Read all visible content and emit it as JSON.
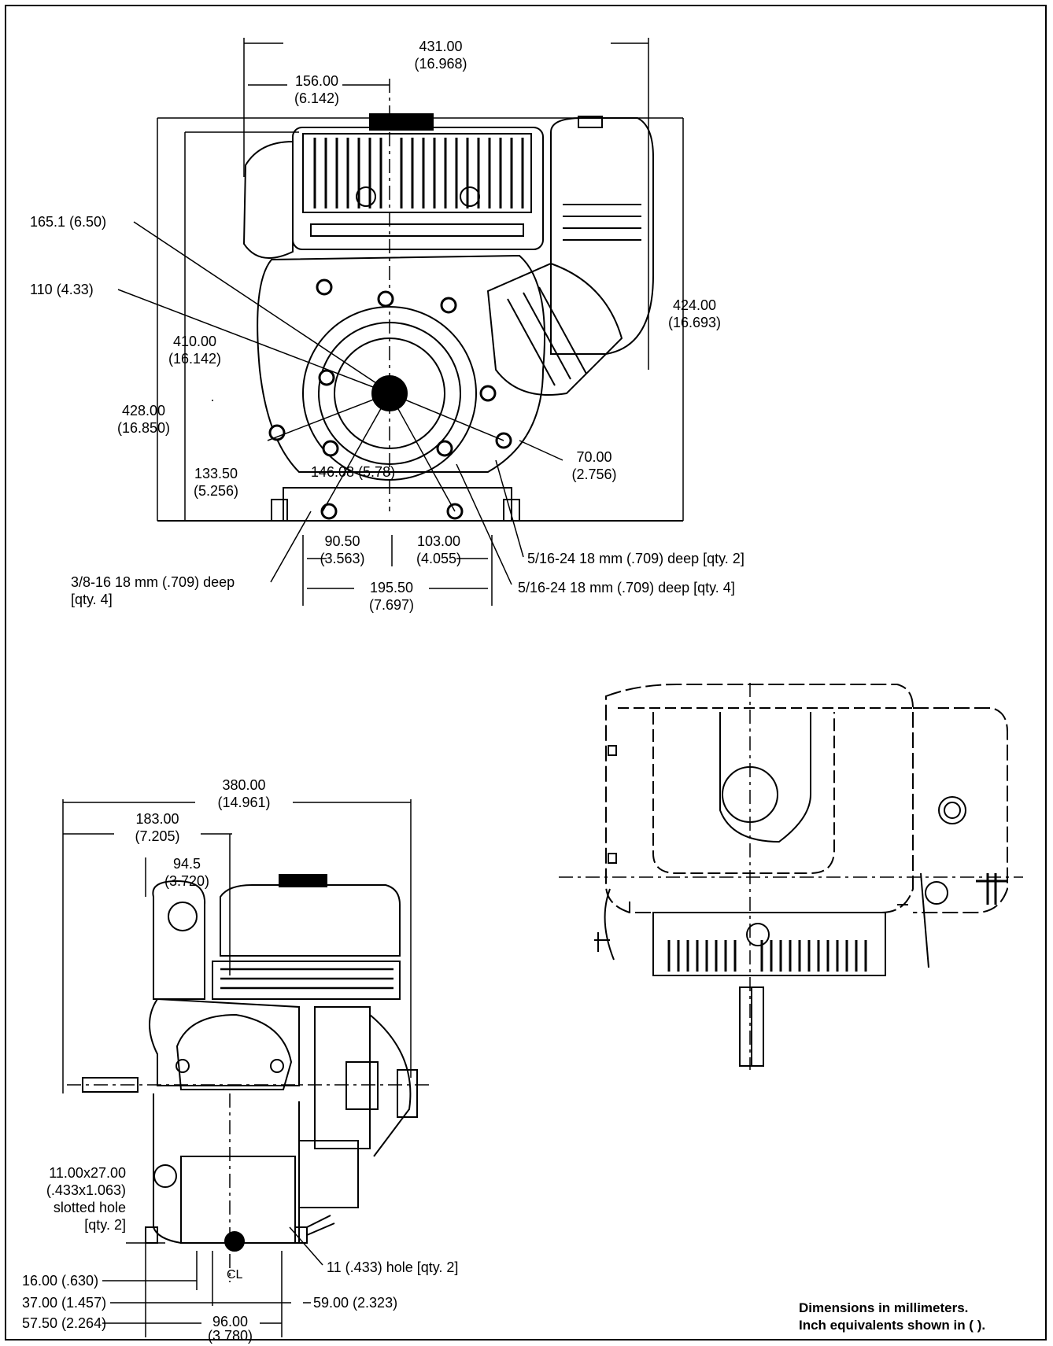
{
  "front_view": {
    "width_431": {
      "mm": "431.00",
      "in": "(16.968)"
    },
    "offset_156": {
      "mm": "156.00",
      "in": "(6.142)"
    },
    "bolt_circle_165": "165.1 (6.50)",
    "bolt_circle_110": "110 (4.33)",
    "height_410": {
      "mm": "410.00",
      "in": "(16.142)"
    },
    "height_428": {
      "mm": "428.00",
      "in": "(16.850)"
    },
    "height_424": {
      "mm": "424.00",
      "in": "(16.693)"
    },
    "shaft_133": {
      "mm": "133.50",
      "in": "(5.256)"
    },
    "bolt_circle_146": "146.08 (5.78)",
    "offset_70": {
      "mm": "70.00",
      "in": "(2.756)"
    },
    "base_90": {
      "mm": "90.50",
      "in": "(3.563)"
    },
    "base_103": {
      "mm": "103.00",
      "in": "(4.055)"
    },
    "base_195": {
      "mm": "195.50",
      "in": "(7.697)"
    },
    "tap_38_line1": "3/8-16 18 mm (.709) deep",
    "tap_38_line2": "[qty. 4]",
    "tap_516_qty2": "5/16-24 18 mm (.709) deep [qty. 2]",
    "tap_516_qty4": "5/16-24 18 mm (.709) deep [qty. 4]"
  },
  "side_view": {
    "depth_380": {
      "mm": "380.00",
      "in": "(14.961)"
    },
    "depth_183": {
      "mm": "183.00",
      "in": "(7.205)"
    },
    "depth_94": {
      "mm": "94.5",
      "in": "(3.720)"
    },
    "slot_line1": "11.00x27.00",
    "slot_line2": "(.433x1.063)",
    "slot_line3": "slotted hole",
    "slot_line4": "[qty. 2]",
    "hole_11": "11 (.433) hole [qty. 2]",
    "centerline": "CL",
    "dim_16": "16.00 (.630)",
    "dim_37": "37.00 (1.457)",
    "dim_57": "57.50 (2.264)",
    "dim_59": "59.00 (2.323)",
    "dim_96": {
      "mm": "96.00",
      "in": "(3.780)"
    }
  },
  "notes": {
    "line1": "Dimensions in millimeters.",
    "line2": "Inch equivalents shown in (   )."
  }
}
